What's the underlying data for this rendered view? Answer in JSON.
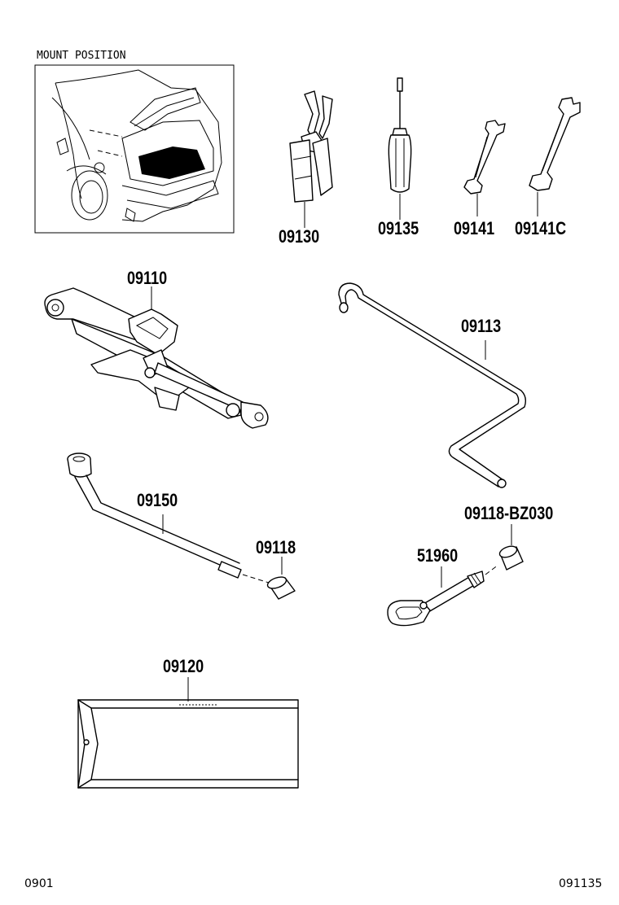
{
  "diagram": {
    "mount_position_label": "MOUNT POSITION",
    "parts": [
      {
        "id": "pliers",
        "number": "09130"
      },
      {
        "id": "screwdriver",
        "number": "09135"
      },
      {
        "id": "wrench-small",
        "number": "09141"
      },
      {
        "id": "wrench-large",
        "number": "09141C"
      },
      {
        "id": "jack",
        "number": "09110"
      },
      {
        "id": "jack-handle",
        "number": "09113"
      },
      {
        "id": "wheel-nut-wrench",
        "number": "09150"
      },
      {
        "id": "extension-cap",
        "number": "09118"
      },
      {
        "id": "towing-eye-cap",
        "number": "09118-BZ030"
      },
      {
        "id": "towing-eye",
        "number": "51960"
      },
      {
        "id": "tool-bag",
        "number": "09120"
      }
    ]
  },
  "footer": {
    "left_code": "0901",
    "right_code": "091135"
  }
}
